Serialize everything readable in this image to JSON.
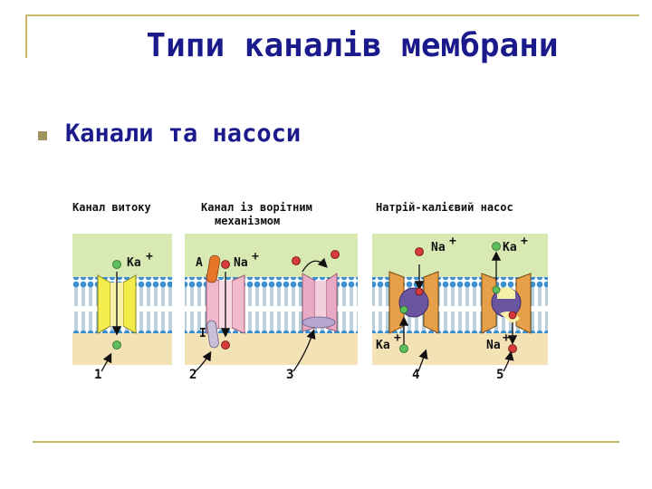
{
  "slide": {
    "title": "Типи каналів мембрани",
    "bullet": "Канали та насоси"
  },
  "figure": {
    "panel_labels": {
      "leak": "Канал витоку",
      "gated_line1": "Канал із ворітним",
      "gated_line2": "механізмом",
      "pump": "Натрій-калієвий насос"
    },
    "ions": {
      "k": "Ка",
      "na": "Na",
      "plus": "+",
      "a": "A",
      "i": "I"
    },
    "numbers": [
      "1",
      "2",
      "3",
      "4",
      "5"
    ]
  },
  "colors": {
    "title": "#1a1a8c",
    "outside": "#d9e9b4",
    "inside": "#f2e2b5",
    "membrane_head": "#3a8fd0",
    "k_ion": "#5cbf5c",
    "na_ion": "#d63a3a",
    "leak_channel": "#f4ec4a",
    "gated_channel": "#f2b9cc",
    "gated_channel3": "#e8a9c4",
    "pump": "#e7a04a",
    "pump_core": "#6c55a0",
    "gate_orange": "#e8762a"
  }
}
